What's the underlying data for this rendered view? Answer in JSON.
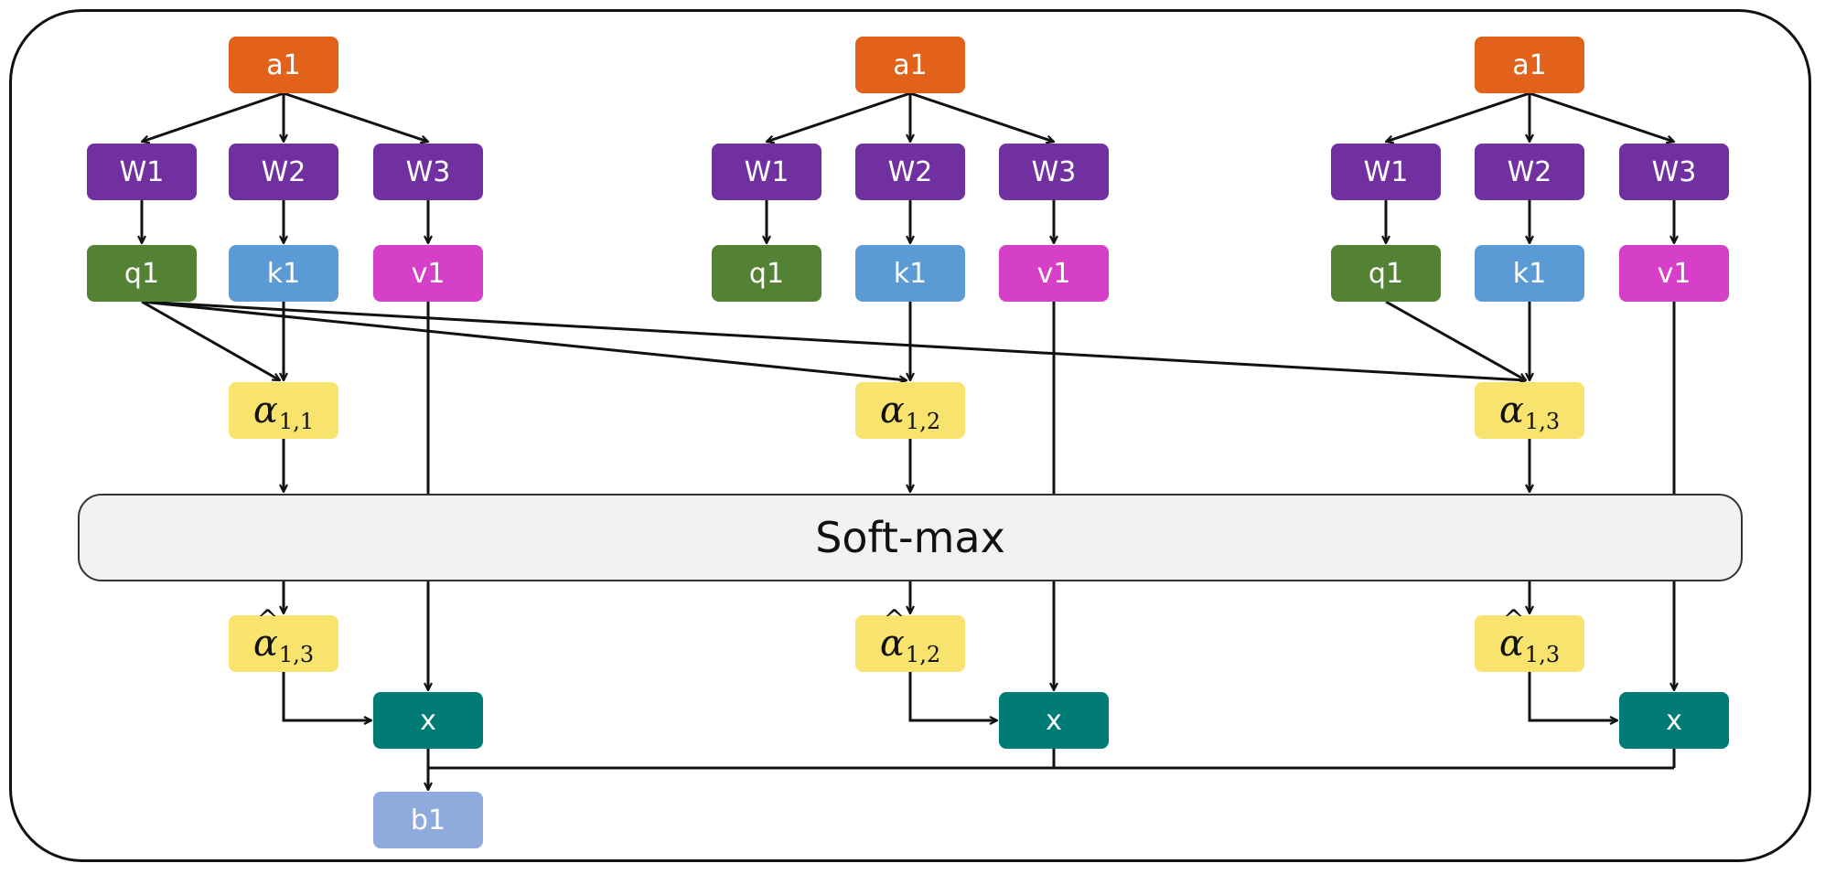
{
  "colors": {
    "input": "#e2621b",
    "weight": "#7130a0",
    "query": "#548235",
    "key": "#5b9bd5",
    "value": "#d63fc8",
    "score": "#f7e36e",
    "multiply": "#007b76",
    "output": "#8faadc",
    "softmax_fill": "#f2f2f2"
  },
  "softmax": {
    "label": "Soft-max"
  },
  "output": {
    "label": "b1"
  },
  "columns": [
    {
      "input": "a1",
      "weights": [
        "W1",
        "W2",
        "W3"
      ],
      "q": "q1",
      "k": "k1",
      "v": "v1",
      "score": {
        "symbol": "α",
        "sub": "1,1"
      },
      "normalized": {
        "symbol": "α",
        "sub": "1,3"
      },
      "multiply": "x"
    },
    {
      "input": "a1",
      "weights": [
        "W1",
        "W2",
        "W3"
      ],
      "q": "q1",
      "k": "k1",
      "v": "v1",
      "score": {
        "symbol": "α",
        "sub": "1,2"
      },
      "normalized": {
        "symbol": "α",
        "sub": "1,2"
      },
      "multiply": "x"
    },
    {
      "input": "a1",
      "weights": [
        "W1",
        "W2",
        "W3"
      ],
      "q": "q1",
      "k": "k1",
      "v": "v1",
      "score": {
        "symbol": "α",
        "sub": "1,3"
      },
      "normalized": {
        "symbol": "α",
        "sub": "1,3"
      },
      "multiply": "x"
    }
  ]
}
